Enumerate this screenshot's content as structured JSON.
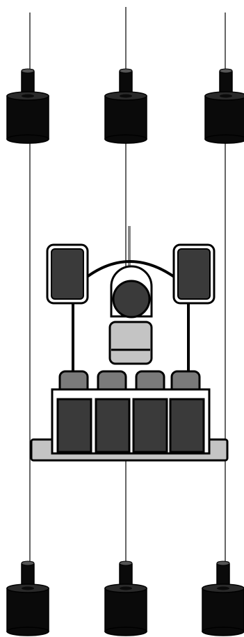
{
  "scene": {
    "icons": {
      "weight": "cylindrical-weight-icon",
      "speaker": "speaker-box-icon",
      "mixer": "mixer-console-icon",
      "amp": "amplifier-module-icon"
    },
    "colors": {
      "background": "#ffffff",
      "line": "#000000",
      "dark_fill": "#3a3a3a",
      "mid_fill": "#7a7a7a",
      "light_fill": "#c4c4c4",
      "weight_fill": "#0a0a0a",
      "antenna": "#888888"
    },
    "counts": {
      "top_weights": 3,
      "bottom_weights": 3,
      "amp_knobs": 4,
      "amp_modules": 4
    }
  }
}
